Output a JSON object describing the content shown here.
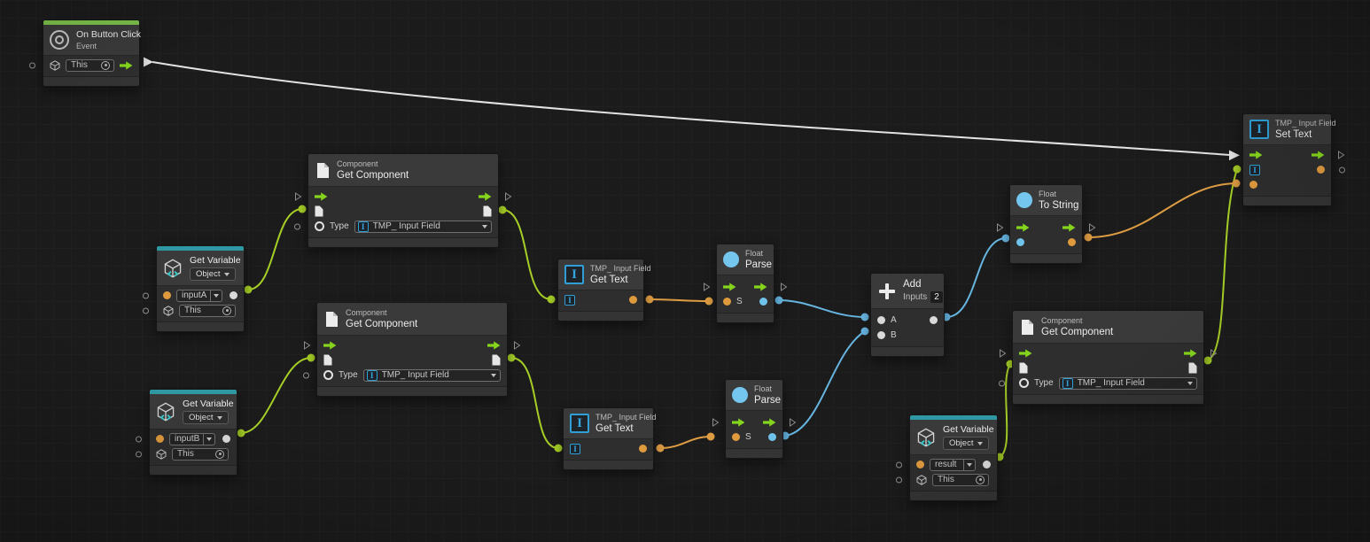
{
  "colors": {
    "background": "#1b1b1b",
    "grid_line": "#202020",
    "flow_wire": "#e3e3e3",
    "object_wire": "#a6ce26",
    "string_wire": "#de9c43",
    "float_wire": "#66b5e0",
    "control_port_green": "#85d51d",
    "string_port_orange": "#e09a3e",
    "float_port_blue": "#6fc3ea",
    "object_port_white": "#d9d9d9",
    "event_bar_green": "#7bbf4a",
    "variable_bar_teal": "#2f99a3",
    "tmp_icon_blue": "#35a7e0"
  },
  "icons": {
    "tmp_glyph": "I"
  },
  "nodes": {
    "on_button_click": {
      "title": "On Button Click",
      "subtitle": "Event",
      "target_value": "This"
    },
    "get_var_a": {
      "title": "Get Variable",
      "scope": "Object",
      "variable_name": "inputA",
      "target_value": "This"
    },
    "get_var_b": {
      "title": "Get Variable",
      "scope": "Object",
      "variable_name": "inputB",
      "target_value": "This"
    },
    "get_var_result": {
      "title": "Get Variable",
      "scope": "Object",
      "variable_name": "result",
      "target_value": "This"
    },
    "get_component_1": {
      "category": "Component",
      "title": "Get Component",
      "type_label": "Type",
      "type_value": "TMP_ Input Field"
    },
    "get_component_2": {
      "category": "Component",
      "title": "Get Component",
      "type_label": "Type",
      "type_value": "TMP_ Input Field"
    },
    "get_component_3": {
      "category": "Component",
      "title": "Get Component",
      "type_label": "Type",
      "type_value": "TMP_ Input Field"
    },
    "get_text_1": {
      "category": "TMP_ Input Field",
      "title": "Get Text"
    },
    "get_text_2": {
      "category": "TMP_ Input Field",
      "title": "Get Text"
    },
    "float_parse_1": {
      "category": "Float",
      "title": "Parse",
      "input_label": "S"
    },
    "float_parse_2": {
      "category": "Float",
      "title": "Parse",
      "input_label": "S"
    },
    "add": {
      "title": "Add",
      "inputs_label": "Inputs",
      "inputs_count": "2",
      "input_a_label": "A",
      "input_b_label": "B"
    },
    "float_to_string": {
      "category": "Float",
      "title": "To String"
    },
    "set_text": {
      "category": "TMP_ Input Field",
      "title": "Set Text"
    }
  },
  "connections": [
    {
      "from": "On Button Click (flow out)",
      "to": "Set Text (flow in)",
      "kind": "flow"
    },
    {
      "from": "Get Variable inputA (value)",
      "to": "Get Component 1 (target)",
      "kind": "object"
    },
    {
      "from": "Get Variable inputB (value)",
      "to": "Get Component 2 (target)",
      "kind": "object"
    },
    {
      "from": "Get Component 1 (component)",
      "to": "Get Text 1 (target)",
      "kind": "object"
    },
    {
      "from": "Get Component 2 (component)",
      "to": "Get Text 2 (target)",
      "kind": "object"
    },
    {
      "from": "Get Text 1 (text)",
      "to": "Float Parse 1 (S)",
      "kind": "string"
    },
    {
      "from": "Get Text 2 (text)",
      "to": "Float Parse 2 (S)",
      "kind": "string"
    },
    {
      "from": "Float Parse 1 (result)",
      "to": "Add (A)",
      "kind": "float"
    },
    {
      "from": "Float Parse 2 (result)",
      "to": "Add (B)",
      "kind": "float"
    },
    {
      "from": "Add (sum)",
      "to": "Float To String (value)",
      "kind": "float"
    },
    {
      "from": "Float To String (result)",
      "to": "Set Text (text)",
      "kind": "string"
    },
    {
      "from": "Get Variable result (value)",
      "to": "Get Component 3 (target)",
      "kind": "object"
    },
    {
      "from": "Get Component 3 (component)",
      "to": "Set Text (target)",
      "kind": "object"
    }
  ]
}
